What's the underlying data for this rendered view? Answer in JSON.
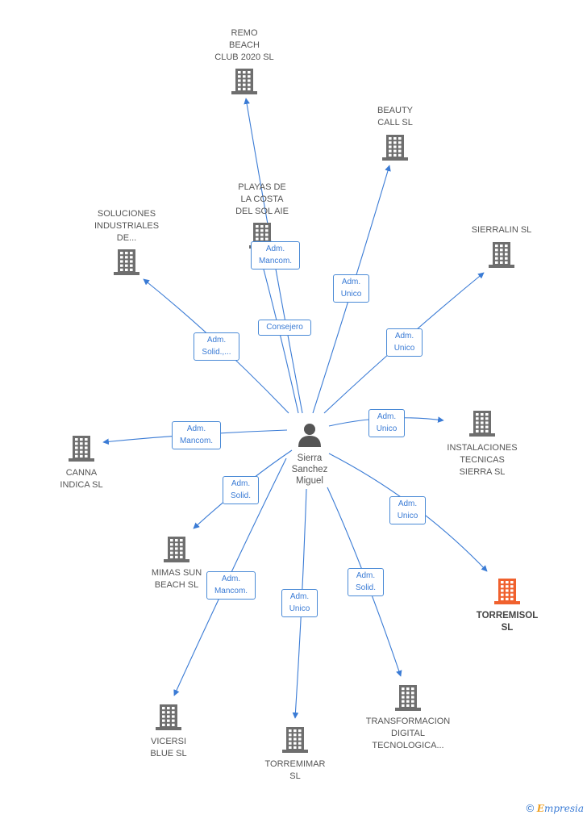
{
  "person": {
    "name": "Sierra\nSanchez\nMiguel",
    "icon": "person-icon",
    "color": "#555555"
  },
  "colors": {
    "edge": "#3a7bd5",
    "company": "#6e6e6e",
    "highlight": "#f0612e"
  },
  "companies": [
    {
      "id": "remo",
      "label": "REMO\nBEACH\nCLUB 2020  SL",
      "highlight": false,
      "role": "Consejero"
    },
    {
      "id": "beauty",
      "label": "BEAUTY\nCALL SL",
      "highlight": false,
      "role": "Adm.\nUnico"
    },
    {
      "id": "playas",
      "label": "PLAYAS DE\nLA COSTA\nDEL SOL AIE",
      "highlight": false,
      "role": "Adm.\nMancom."
    },
    {
      "id": "soluciones",
      "label": "SOLUCIONES\nINDUSTRIALES\nDE...",
      "highlight": false,
      "role": "Adm.\nSolid.,..."
    },
    {
      "id": "sierralin",
      "label": "SIERRALIN SL",
      "highlight": false,
      "role": "Adm.\nUnico"
    },
    {
      "id": "instalaciones",
      "label": "INSTALACIONES\nTECNICAS\nSIERRA SL",
      "highlight": false,
      "role": "Adm.\nUnico"
    },
    {
      "id": "canna",
      "label": "CANNA\nINDICA  SL",
      "highlight": false,
      "role": "Adm.\nMancom."
    },
    {
      "id": "mimas",
      "label": "MIMAS SUN\nBEACH  SL",
      "highlight": false,
      "role": "Adm.\nSolid."
    },
    {
      "id": "torremisol",
      "label": "TORREMISOL\nSL",
      "highlight": true,
      "role": "Adm.\nUnico"
    },
    {
      "id": "vicersi",
      "label": "VICERSI\nBLUE  SL",
      "highlight": false,
      "role": "Adm.\nMancom."
    },
    {
      "id": "torremimar",
      "label": "TORREMIMAR\nSL",
      "highlight": false,
      "role": "Adm.\nUnico"
    },
    {
      "id": "transformacion",
      "label": "TRANSFORMACION\nDIGITAL\nTECNOLOGICA...",
      "highlight": false,
      "role": "Adm.\nSolid."
    }
  ],
  "copyright": {
    "symbol": "©",
    "brand_initial": "E",
    "brand_rest": "mpresia"
  }
}
